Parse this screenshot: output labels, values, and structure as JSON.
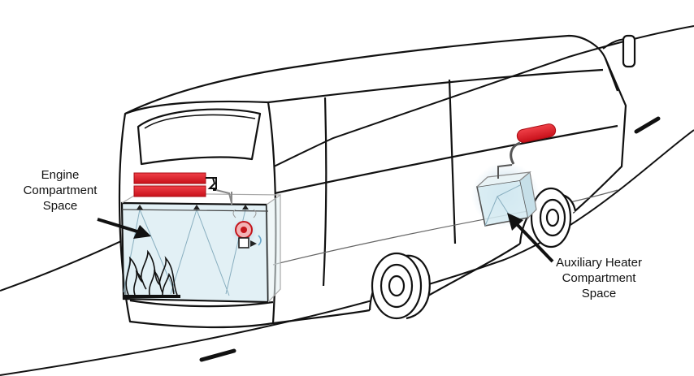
{
  "labels": {
    "engine": [
      "Engine",
      "Compartment",
      "Space"
    ],
    "auxiliary": [
      "Auxiliary Heater",
      "Compartment",
      "Space"
    ]
  },
  "icons": {
    "fire": "fire-icon",
    "extinguisher": "extinguisher-cylinder-icon",
    "heater": "auxiliary-heater-box-icon",
    "nozzle": "spray-nozzle-icon"
  },
  "colors": {
    "cylinder": "#e01c24",
    "glass": "#cfe6ee",
    "outline": "#111111",
    "glow": "#9cc4dc"
  }
}
